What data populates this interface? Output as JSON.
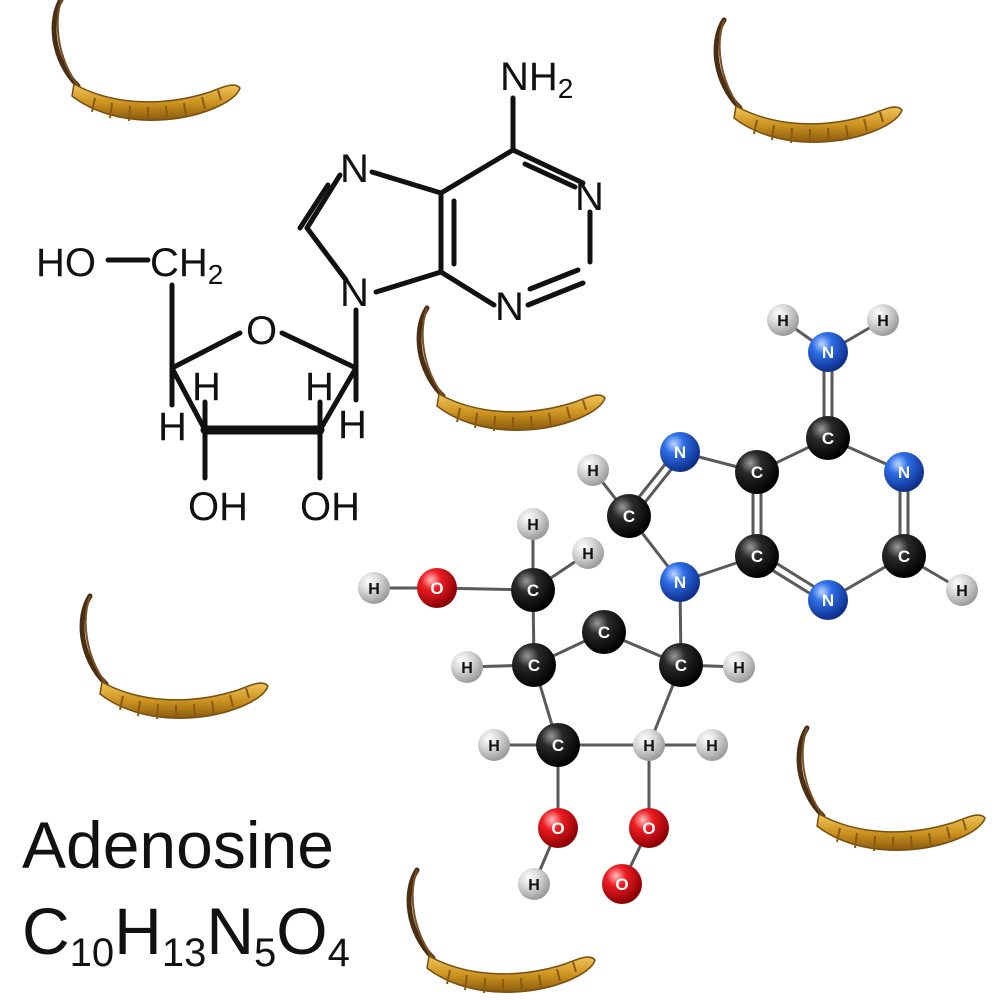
{
  "title": "Adenosine",
  "formula": {
    "parts": [
      {
        "t": "C",
        "sub": false
      },
      {
        "t": "10",
        "sub": true
      },
      {
        "t": "H",
        "sub": false
      },
      {
        "t": "13",
        "sub": true
      },
      {
        "t": "N",
        "sub": false
      },
      {
        "t": "5",
        "sub": true
      },
      {
        "t": "O",
        "sub": false
      },
      {
        "t": "4",
        "sub": true
      }
    ]
  },
  "skeletal": {
    "labels": {
      "nh2_n": "NH",
      "nh2_sub": "2",
      "n7": "N",
      "n1": "N",
      "n3": "N",
      "n9": "N",
      "ho": "HO",
      "ch2_c": "CH",
      "ch2_sub": "2",
      "ring_o": "O",
      "h_c4a": "H",
      "h_c4b": "H",
      "h_c1a": "H",
      "h_c1b": "H",
      "oh_left": "OH",
      "oh_right": "OH"
    }
  },
  "ball_model": {
    "atoms": [
      {
        "el": "H",
        "label": "H"
      },
      {
        "el": "H",
        "label": "H"
      },
      {
        "el": "N",
        "label": "N"
      },
      {
        "el": "C",
        "label": "C"
      },
      {
        "el": "N",
        "label": "N"
      },
      {
        "el": "C",
        "label": "C"
      },
      {
        "el": "H",
        "label": "H"
      },
      {
        "el": "N",
        "label": "N"
      },
      {
        "el": "C",
        "label": "C"
      },
      {
        "el": "C",
        "label": "C"
      },
      {
        "el": "N",
        "label": "N"
      },
      {
        "el": "C",
        "label": "C"
      },
      {
        "el": "H",
        "label": "H"
      },
      {
        "el": "N",
        "label": "N"
      },
      {
        "el": "C",
        "label": "C"
      },
      {
        "el": "H",
        "label": "H"
      },
      {
        "el": "O",
        "label": "O"
      },
      {
        "el": "C",
        "label": "C"
      },
      {
        "el": "C",
        "label": "C"
      },
      {
        "el": "H",
        "label": "H"
      },
      {
        "el": "C",
        "label": "C"
      },
      {
        "el": "H",
        "label": "H"
      },
      {
        "el": "C",
        "label": "C"
      },
      {
        "el": "H",
        "label": "H"
      },
      {
        "el": "O",
        "label": "O"
      },
      {
        "el": "H",
        "label": "H"
      },
      {
        "el": "H",
        "label": "H"
      },
      {
        "el": "H",
        "label": "H"
      },
      {
        "el": "O",
        "label": "O"
      },
      {
        "el": "O",
        "label": "O"
      },
      {
        "el": "H",
        "label": "H"
      },
      {
        "el": "H",
        "label": "H"
      }
    ]
  },
  "colors": {
    "ink": "#111111",
    "carbon": "#111111",
    "nitrogen": "#1f5fd6",
    "oxygen": "#e0141b",
    "hydrogen": "#c9c9c9",
    "bond": "#5a5a5a",
    "worm_body": "#d6a22a",
    "worm_stalk": "#5a3a1a"
  },
  "decorations": {
    "icon": "cordyceps-illustration"
  }
}
